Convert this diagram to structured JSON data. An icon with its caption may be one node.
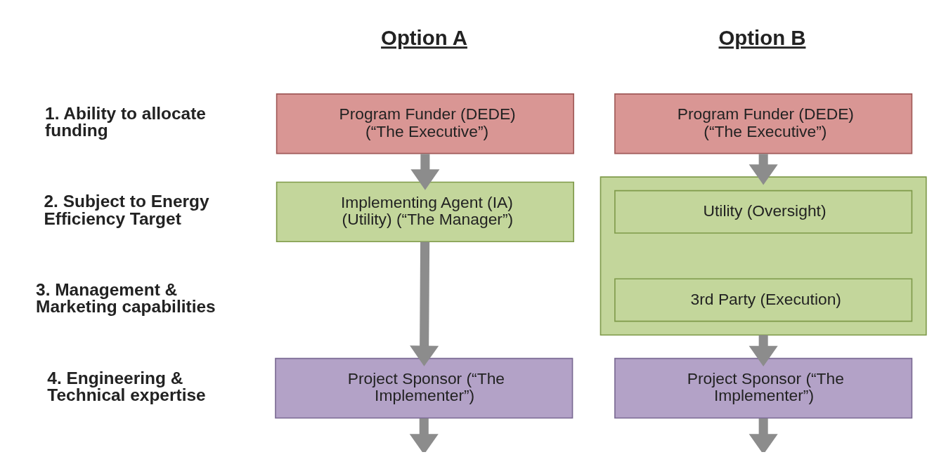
{
  "diagram": {
    "nodes": [
      {
        "text": [
          "Program Funder (DEDE) (“The Executive”)"
        ]
      },
      {
        "text": [
          "Implementing Agent (IA) (Utility) (“The Manager”)"
        ]
      },
      {
        "text": [
          "Project Sponsor (“The Implementer”)"
        ]
      },
      {
        "text": [
          "Program Funder (DEDE) (“The Executive”)"
        ]
      },
      {
        "text": [],
        "shape": "box"
      },
      {
        "text": [
          "Utility (Oversight)"
        ],
        "in": 4
      },
      {
        "text": [
          "3rd Party (Execution)"
        ],
        "in": 4
      },
      {
        "text": [
          "Project Sponsor (“The Implementer”)"
        ]
      }
    ],
    "edges": [
      {
        "from": 0,
        "to": 1,
        "arrow": "to"
      },
      {
        "from": 1,
        "to": 2,
        "arrow": "to"
      },
      {
        "from": 2,
        "to": null,
        "arrow": "to"
      },
      {
        "from": 3,
        "to": 4,
        "arrow": "to"
      },
      {
        "from": 4,
        "to": 7,
        "arrow": "to"
      },
      {
        "from": 7,
        "to": null,
        "arrow": "to"
      }
    ],
    "labels": [
      "Option A",
      "Option B",
      "1. Ability to allocate funding",
      "2. Subject to Energy Efficiency Target",
      "3. Management & Marketing capabilities",
      "4. Engineering & Technical expertise"
    ]
  }
}
